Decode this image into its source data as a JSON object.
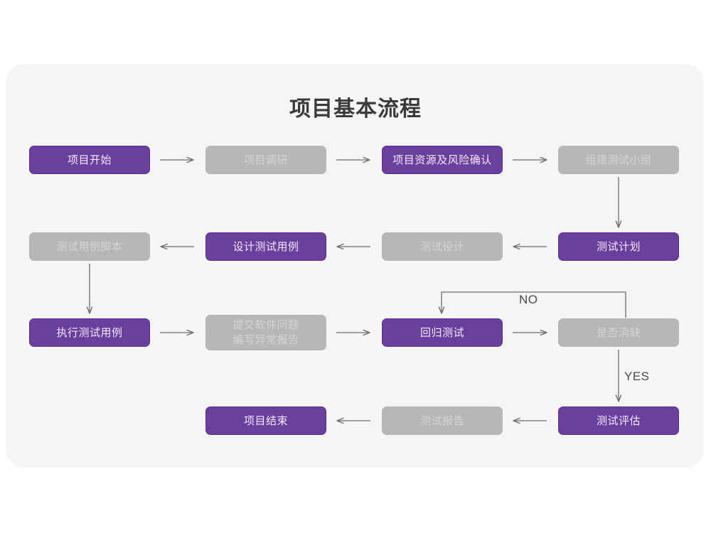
{
  "card": {
    "background_color": "#f5f5f6",
    "page_background_color": "#ffffff"
  },
  "title": "项目基本流程",
  "colors": {
    "purple_fill": "#6b3f9e",
    "purple_border": "#5c3189",
    "purple_text": "#f2eaf7",
    "gray_fill": "#b7b7b7",
    "gray_text": "#d4d4d4",
    "connector": "#6d6d6d",
    "title_text": "#3a3a3a",
    "label_text": "#4a4a4a"
  },
  "nodes": [
    {
      "id": "n1",
      "label": "项目开始",
      "style": "purple",
      "row": 1,
      "col": 1
    },
    {
      "id": "n2",
      "label": "项目调研",
      "style": "gray",
      "row": 1,
      "col": 2
    },
    {
      "id": "n3",
      "label": "项目资源及风险确认",
      "style": "purple",
      "row": 1,
      "col": 3
    },
    {
      "id": "n4",
      "label": "组建测试小组",
      "style": "gray",
      "row": 1,
      "col": 4
    },
    {
      "id": "n5",
      "label": "测试用例脚本",
      "style": "gray",
      "row": 2,
      "col": 1
    },
    {
      "id": "n6",
      "label": "设计测试用例",
      "style": "purple",
      "row": 2,
      "col": 2
    },
    {
      "id": "n7",
      "label": "测试设计",
      "style": "gray",
      "row": 2,
      "col": 3
    },
    {
      "id": "n8",
      "label": "测试计划",
      "style": "purple",
      "row": 2,
      "col": 4
    },
    {
      "id": "n9",
      "label": "执行测试用例",
      "style": "purple",
      "row": 3,
      "col": 1
    },
    {
      "id": "n10",
      "label": "提交软件问题\n编写异常报告",
      "style": "gray",
      "row": 3,
      "col": 2
    },
    {
      "id": "n11",
      "label": "回归测试",
      "style": "purple",
      "row": 3,
      "col": 3
    },
    {
      "id": "n12",
      "label": "是否消缺",
      "style": "gray",
      "row": 3,
      "col": 4
    },
    {
      "id": "n13",
      "label": "项目结束",
      "style": "purple",
      "row": 4,
      "col": 2
    },
    {
      "id": "n14",
      "label": "测试报告",
      "style": "gray",
      "row": 4,
      "col": 3
    },
    {
      "id": "n15",
      "label": "测试评估",
      "style": "purple",
      "row": 4,
      "col": 4
    }
  ],
  "edge_labels": {
    "no": "NO",
    "yes": "YES"
  },
  "edges": [
    {
      "from": "n1",
      "to": "n2",
      "direction": "right"
    },
    {
      "from": "n2",
      "to": "n3",
      "direction": "right"
    },
    {
      "from": "n3",
      "to": "n4",
      "direction": "right"
    },
    {
      "from": "n4",
      "to": "n8",
      "direction": "down"
    },
    {
      "from": "n8",
      "to": "n7",
      "direction": "left"
    },
    {
      "from": "n7",
      "to": "n6",
      "direction": "left"
    },
    {
      "from": "n6",
      "to": "n5",
      "direction": "left"
    },
    {
      "from": "n5",
      "to": "n9",
      "direction": "down"
    },
    {
      "from": "n9",
      "to": "n10",
      "direction": "right"
    },
    {
      "from": "n10",
      "to": "n11",
      "direction": "right"
    },
    {
      "from": "n11",
      "to": "n12",
      "direction": "right"
    },
    {
      "from": "n12",
      "to": "n11",
      "direction": "loop-up-left",
      "label": "NO"
    },
    {
      "from": "n12",
      "to": "n15",
      "direction": "down",
      "label": "YES"
    },
    {
      "from": "n15",
      "to": "n14",
      "direction": "left"
    },
    {
      "from": "n14",
      "to": "n13",
      "direction": "left"
    }
  ]
}
